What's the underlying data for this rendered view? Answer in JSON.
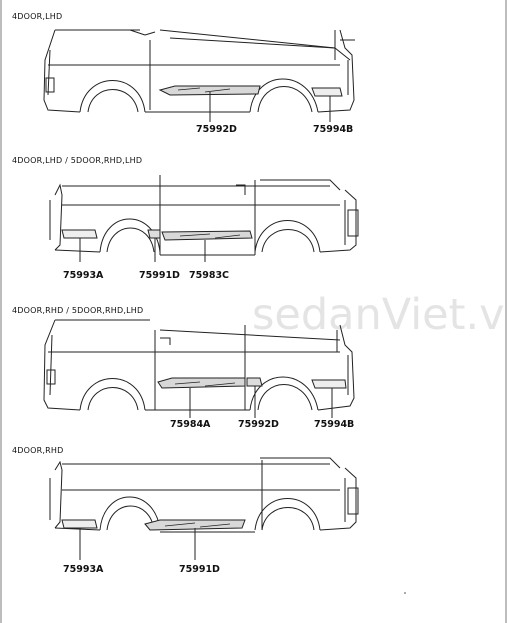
{
  "watermark": "sedanViet.vn",
  "sections": [
    {
      "label": "4DOOR,LHD",
      "parts": [
        "75992D",
        "75994B"
      ]
    },
    {
      "label": "4DOOR,LHD / 5DOOR,RHD,LHD",
      "parts": [
        "75993A",
        "75991D",
        "75983C"
      ]
    },
    {
      "label": "4DOOR,RHD / 5DOOR,RHD,LHD",
      "parts": [
        "75984A",
        "75992D",
        "75994B"
      ]
    },
    {
      "label": "4DOOR,RHD",
      "parts": [
        "75993A",
        "75991D"
      ]
    }
  ]
}
